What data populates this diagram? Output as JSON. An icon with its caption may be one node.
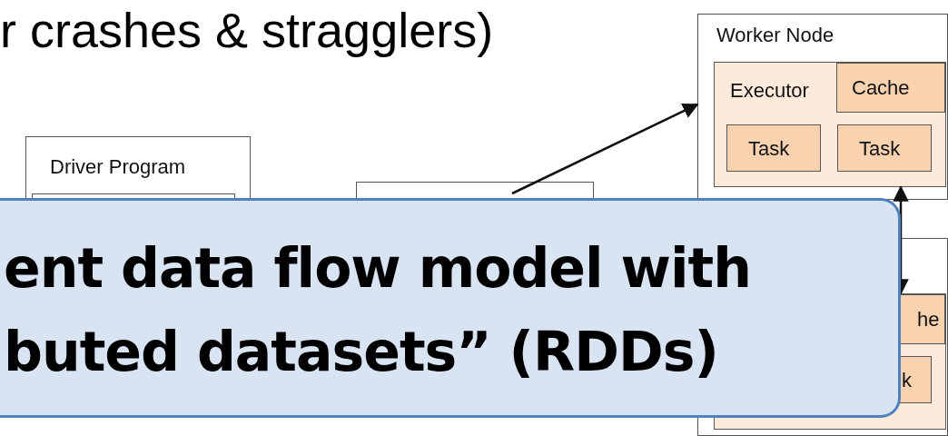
{
  "diagram": {
    "nodes": [
      {
        "text": [
          "Driver Program"
        ]
      },
      {
        "text": [],
        "shape": "box"
      },
      {
        "text": [],
        "shape": "box"
      },
      {
        "text": [
          "Worker Node"
        ]
      },
      {
        "text": [
          "Executor"
        ],
        "in": 3
      },
      {
        "text": [
          "Cache"
        ],
        "in": 4
      },
      {
        "text": [
          "Task"
        ],
        "in": 4
      },
      {
        "text": [
          "Task"
        ],
        "in": 4
      },
      {
        "text": [],
        "shape": "box"
      },
      {
        "text": [],
        "shape": "box",
        "in": 8
      },
      {
        "text": [
          "he"
        ],
        "in": 9
      },
      {
        "text": [
          "k"
        ],
        "in": 9
      },
      {
        "text": [
          "ent data flow model with buted datasets” (RDDs)"
        ]
      }
    ],
    "edges": [
      {
        "from": 2,
        "to": 3,
        "arrow": "to"
      },
      {
        "from": 4,
        "to": 9,
        "arrow": "both"
      }
    ],
    "labels": [
      "r crashes & stragglers)"
    ]
  }
}
